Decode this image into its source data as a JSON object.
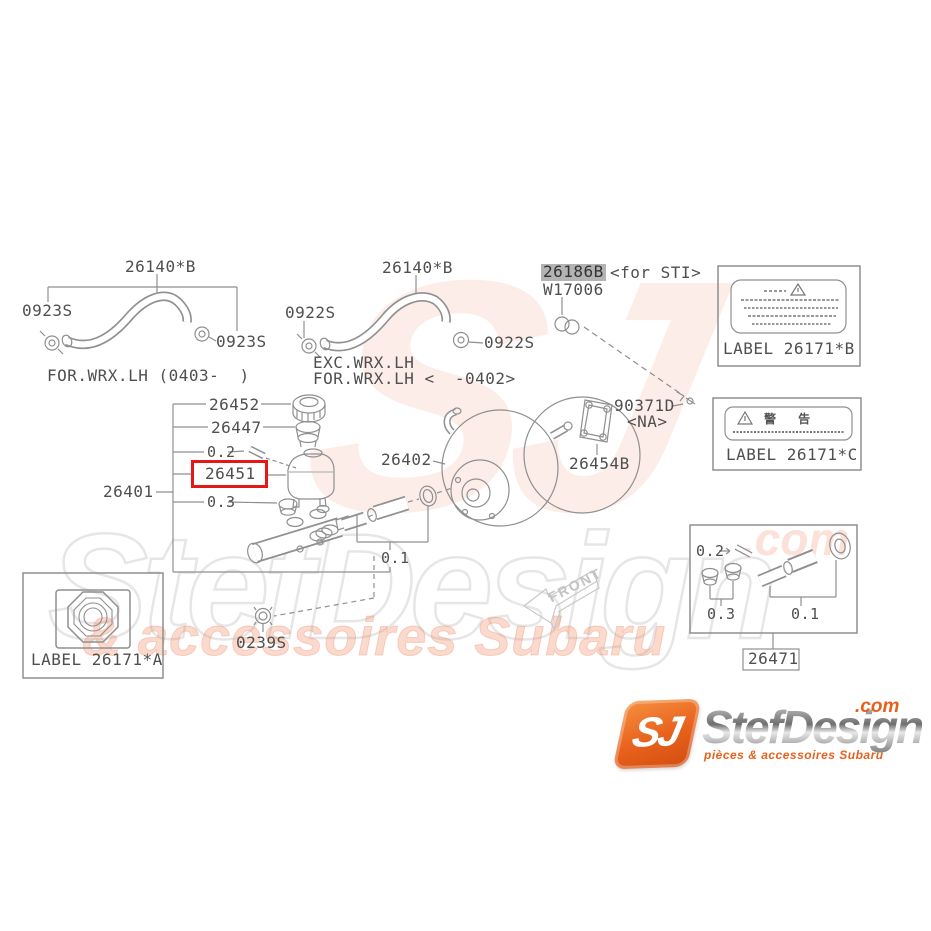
{
  "watermark": {
    "sj": "SJ",
    "name": "StefDesign",
    "com": ".com",
    "tagline": "& accessoires Subaru",
    "front": "FRONT"
  },
  "logo": {
    "badge": "SJ",
    "name": "StefDesign",
    "com": ".com",
    "tagline": "pièces & accessoires Subaru"
  },
  "hose_left": {
    "part": "26140*B",
    "clamp_left": "0923S",
    "clamp_right": "0923S",
    "caption": "FOR.WRX.LH (0403-  )"
  },
  "hose_mid": {
    "part": "26140*B",
    "clamp_left": "0922S",
    "clamp_right": "0922S",
    "caption_line1": "EXC.WRX.LH",
    "caption_line2": "FOR.WRX.LH <  -0402>"
  },
  "sti_clip": {
    "part": "26186B",
    "note": "<for STI>",
    "washer": "W17006"
  },
  "spacer_na": {
    "part": "90371D",
    "note": "<NA>"
  },
  "labels": {
    "a": "LABEL 26171*A",
    "b": "LABEL 26171*B",
    "c": "LABEL 26171*C",
    "c_warning": "警 告"
  },
  "assembly": {
    "main": "26401",
    "cap": "26452",
    "filter": "26447",
    "pin_qty": "0.2",
    "reservoir": "26451",
    "grommet_qty": "0.3",
    "booster": "26402",
    "gasket": "26454B",
    "piston_qty": "0.1",
    "nut": "0239S"
  },
  "kit": {
    "pin_qty": "0.2",
    "grommet_qty": "0.3",
    "piston_qty": "0.1",
    "part": "26471"
  },
  "colors": {
    "accent_red": "#e61717",
    "highlight_gray": "#b3b3b3",
    "line_gray": "#8f8f8f",
    "brand_orange": "#e8611c"
  }
}
